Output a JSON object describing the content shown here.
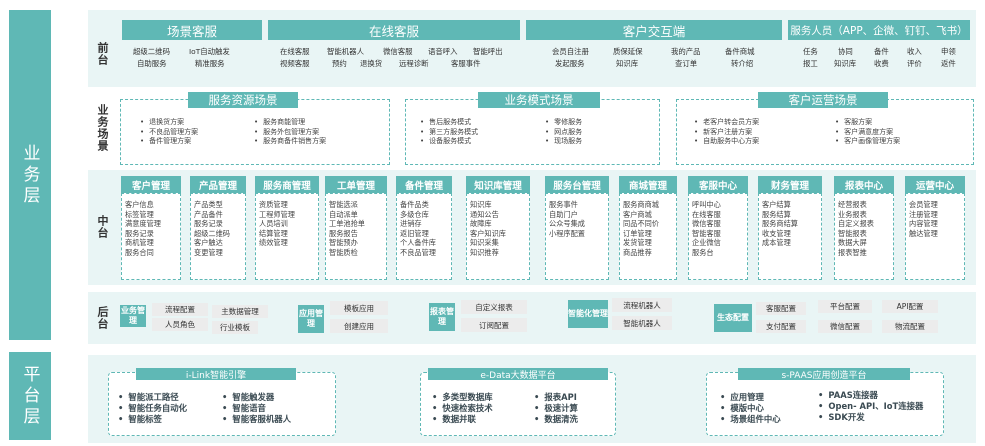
{
  "layers": {
    "business": "业务层",
    "platform": "平台层"
  },
  "rows": {
    "front": "前台",
    "scene": "业务场景",
    "middle": "中台",
    "back": "后台"
  },
  "front": {
    "groups": [
      {
        "title": "场景客服",
        "lines": [
          [
            "超级二维码",
            "IoT自动触发"
          ],
          [
            "自助服务",
            "精准服务"
          ]
        ]
      },
      {
        "title": "在线客服",
        "lines": [
          [
            "在线客服",
            "智能机器人",
            "微信客服",
            "语音呼入",
            "智能呼出"
          ],
          [
            "视频客服",
            "预约",
            "退换货",
            "远程诊断",
            "客服事件"
          ]
        ]
      },
      {
        "title": "客户交互端",
        "lines": [
          [
            "会员自注册",
            "质保延保",
            "我的产品",
            "备件商城"
          ],
          [
            "发起服务",
            "知识库",
            "查订单",
            "转介绍"
          ]
        ]
      },
      {
        "title": "服务人员（APP、企微、钉钉、飞书）",
        "lines": [
          [
            "任务",
            "协同",
            "备件",
            "收入",
            "申领"
          ],
          [
            "报工",
            "知识库",
            "收费",
            "评价",
            "返件"
          ]
        ]
      }
    ]
  },
  "scene": {
    "groups": [
      {
        "title": "服务资源场景",
        "items": [
          "退换货方案",
          "不良品管理方案",
          "备件管理方案",
          "服务商能管理",
          "服务外包管理方案",
          "服务商备件销售方案"
        ]
      },
      {
        "title": "业务模式场景",
        "items": [
          "售后服务模式",
          "第三方服务模式",
          "设备服务模式",
          "零修服务",
          "网点服务",
          "现场服务"
        ]
      },
      {
        "title": "客户运营场景",
        "items": [
          "老客户转会员方案",
          "新客户注册方案",
          "自助服务中心方案",
          "客服方案",
          "客户满意度方案",
          "客户画像管理方案"
        ]
      }
    ]
  },
  "middle": {
    "columns": [
      {
        "title": "客户管理",
        "items": [
          "客户信息",
          "标签管理",
          "满意度管理",
          "服务记录",
          "商机管理",
          "服务合同"
        ]
      },
      {
        "title": "产品管理",
        "items": [
          "产品类型",
          "产品备件",
          "服务记录",
          "超级二维码",
          "客户触达",
          "变更管理"
        ]
      },
      {
        "title": "服务商管理",
        "items": [
          "资质管理",
          "工程师管理",
          "人员培训",
          "结算管理",
          "绩效管理"
        ]
      },
      {
        "title": "工单管理",
        "items": [
          "智能选派",
          "自动派单",
          "工单池抢单",
          "服务报告",
          "智能预办",
          "智能质检"
        ]
      },
      {
        "title": "备件管理",
        "items": [
          "备件品类",
          "多级仓库",
          "进销存",
          "返旧管理",
          "个人备件库",
          "不良品管理"
        ]
      },
      {
        "title": "知识库管理",
        "items": [
          "知识库",
          "通知公告",
          "故障库",
          "客户知识库",
          "知识采集",
          "知识推荐"
        ]
      },
      {
        "title": "服务台管理",
        "items": [
          "服务事件",
          "自助门户",
          "公众号集成",
          "小程序配置"
        ]
      },
      {
        "title": "商城管理",
        "items": [
          "服务商商城",
          "客户商城",
          "同品不同价",
          "订单管理",
          "发货管理",
          "商品推荐"
        ]
      },
      {
        "title": "客服中心",
        "items": [
          "呼叫中心",
          "在线客服",
          "微信客服",
          "智能客服",
          "企业微信",
          "服务台"
        ]
      },
      {
        "title": "财务管理",
        "items": [
          "客户结算",
          "服务结算",
          "服务商结算",
          "收支管理",
          "成本管理"
        ]
      },
      {
        "title": "报表中心",
        "items": [
          "经营报表",
          "业务报表",
          "自定义报表",
          "智能报表",
          "数据大屏",
          "报表智推"
        ]
      },
      {
        "title": "运营中心",
        "items": [
          "会员管理",
          "注册管理",
          "内容管理",
          "触达管理"
        ]
      }
    ]
  },
  "back": {
    "blocks": [
      {
        "tag": "业务管理",
        "chips": [
          "流程配置",
          "主数据管理",
          "人员角色",
          "行业模板"
        ]
      },
      {
        "tag": "应用管理",
        "chips": [
          "模板应用",
          "创建应用"
        ]
      },
      {
        "tag": "报表管理",
        "chips": [
          "自定义报表",
          "订阅配置"
        ]
      },
      {
        "tag": "智能化管理",
        "chips": [
          "流程机器人",
          "智能机器人"
        ]
      },
      {
        "tag": "生态配置",
        "chips": [
          "客服配置",
          "平台配置",
          "API配置",
          "支付配置",
          "微信配置",
          "物流配置"
        ]
      }
    ]
  },
  "platform": {
    "panels": [
      {
        "title": "i-Link智能引擎",
        "left": [
          "智能派工路径",
          "智能任务自动化",
          "智能标签"
        ],
        "right": [
          "智能触发器",
          "智能语音",
          "智能客服机器人"
        ]
      },
      {
        "title": "e-Data大数据平台",
        "left": [
          "多类型数据库",
          "快速检索技术",
          "数据并联"
        ],
        "right": [
          "报表API",
          "极速计算",
          "数据清洗"
        ]
      },
      {
        "title": "s-PAAS应用创造平台",
        "left": [
          "应用管理",
          "模版中心",
          "场景组件中心"
        ],
        "right": [
          "PAAS连接器",
          "Open- API、IoT连接器",
          "SDK开发"
        ]
      }
    ]
  }
}
